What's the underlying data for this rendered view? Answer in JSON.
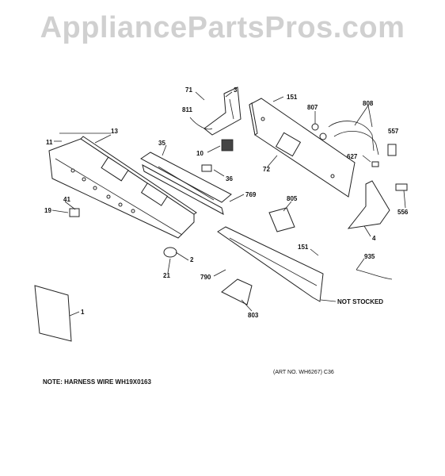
{
  "watermark": "AppliancePartsPros.com",
  "note": "NOTE: HARNESS WIRE WH19X0163",
  "art_number": "(ART NO. WH6267) C36",
  "not_stocked": "NOT STOCKED",
  "callouts": {
    "c71": "71",
    "c3": "3",
    "c151a": "151",
    "c807": "807",
    "c808": "808",
    "c811": "811",
    "c557": "557",
    "c11": "11",
    "c13": "13",
    "c35": "35",
    "c10": "10",
    "c72": "72",
    "c627": "627",
    "c36": "36",
    "c769": "769",
    "c805": "805",
    "c556": "556",
    "c41": "41",
    "c19": "19",
    "c4": "4",
    "c151b": "151",
    "c2": "2",
    "c935": "935",
    "c21": "21",
    "c790": "790",
    "c1": "1",
    "c803": "803"
  }
}
